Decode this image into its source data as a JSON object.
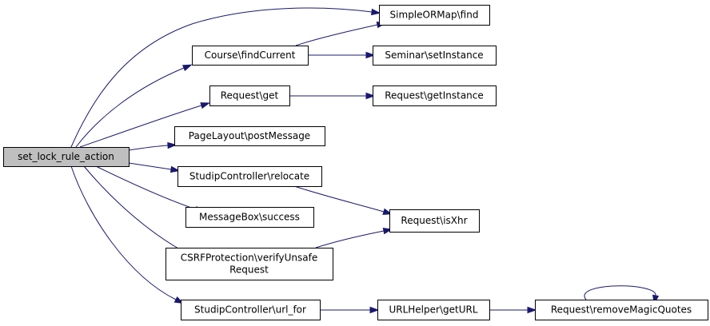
{
  "diagram": {
    "nodes": [
      {
        "id": "root",
        "lines": [
          "set_lock_rule_action"
        ]
      },
      {
        "id": "n_simpleormap_find",
        "lines": [
          "SimpleORMap\\find"
        ]
      },
      {
        "id": "n_course_findcurrent",
        "lines": [
          "Course\\findCurrent"
        ]
      },
      {
        "id": "n_seminar_setinstance",
        "lines": [
          "Seminar\\setInstance"
        ]
      },
      {
        "id": "n_request_get",
        "lines": [
          "Request\\get"
        ]
      },
      {
        "id": "n_request_getinstance",
        "lines": [
          "Request\\getInstance"
        ]
      },
      {
        "id": "n_pagelayout_postmessage",
        "lines": [
          "PageLayout\\postMessage"
        ]
      },
      {
        "id": "n_studip_relocate",
        "lines": [
          "StudipController\\relocate"
        ]
      },
      {
        "id": "n_request_isxhr",
        "lines": [
          "Request\\isXhr"
        ]
      },
      {
        "id": "n_messagebox_success",
        "lines": [
          "MessageBox\\success"
        ]
      },
      {
        "id": "n_csrf_verify",
        "lines": [
          "CSRFProtection\\verifyUnsafe",
          "Request"
        ]
      },
      {
        "id": "n_studip_urlfor",
        "lines": [
          "StudipController\\url_for"
        ]
      },
      {
        "id": "n_urlhelper_geturl",
        "lines": [
          "URLHelper\\getURL"
        ]
      },
      {
        "id": "n_request_removemagicquotes",
        "lines": [
          "Request\\removeMagicQuotes"
        ]
      }
    ],
    "edges": [
      {
        "from": "root",
        "to": "n_simpleormap_find"
      },
      {
        "from": "root",
        "to": "n_course_findcurrent"
      },
      {
        "from": "root",
        "to": "n_request_get"
      },
      {
        "from": "root",
        "to": "n_pagelayout_postmessage"
      },
      {
        "from": "root",
        "to": "n_studip_relocate"
      },
      {
        "from": "root",
        "to": "n_messagebox_success"
      },
      {
        "from": "root",
        "to": "n_csrf_verify"
      },
      {
        "from": "root",
        "to": "n_studip_urlfor"
      },
      {
        "from": "n_course_findcurrent",
        "to": "n_simpleormap_find"
      },
      {
        "from": "n_course_findcurrent",
        "to": "n_seminar_setinstance"
      },
      {
        "from": "n_request_get",
        "to": "n_request_getinstance"
      },
      {
        "from": "n_studip_relocate",
        "to": "n_request_isxhr"
      },
      {
        "from": "n_csrf_verify",
        "to": "n_request_isxhr"
      },
      {
        "from": "n_studip_urlfor",
        "to": "n_urlhelper_geturl"
      },
      {
        "from": "n_urlhelper_geturl",
        "to": "n_request_removemagicquotes"
      },
      {
        "from": "n_request_removemagicquotes",
        "to": "n_request_removemagicquotes"
      }
    ]
  }
}
